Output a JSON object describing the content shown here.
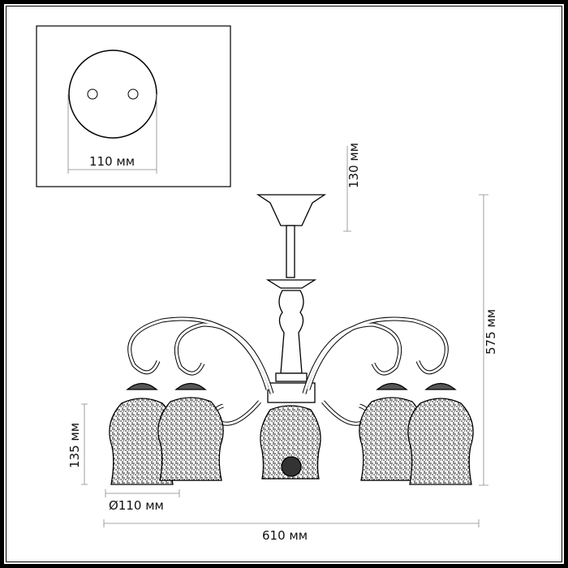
{
  "mount_plate": {
    "diameter_label": "110 мм"
  },
  "dimensions": {
    "canopy_height": "130 мм",
    "total_height": "575 мм",
    "shade_height": "135 мм",
    "shade_diameter": "Ø110 мм",
    "total_width": "610 мм"
  },
  "colors": {
    "line": "#000000",
    "dim_line": "#888888"
  }
}
